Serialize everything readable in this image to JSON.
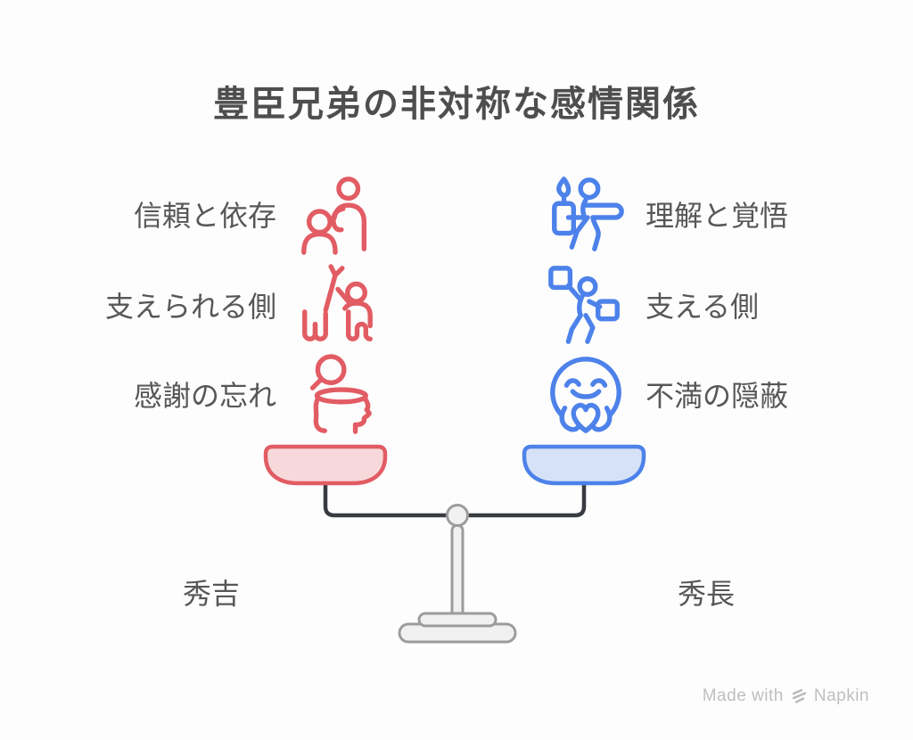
{
  "title": "豊臣兄弟の非対称な感情関係",
  "left_side": {
    "name": "秀吉",
    "accent_color": "#E25C63",
    "pan_fill": "#FBD9DB",
    "items": [
      {
        "label": "信頼と依存",
        "icon": "people-comfort-icon"
      },
      {
        "label": "支えられる側",
        "icon": "reaching-hand-icon"
      },
      {
        "label": "感謝の忘れ",
        "icon": "memory-search-icon"
      }
    ]
  },
  "right_side": {
    "name": "秀長",
    "accent_color": "#4D82EA",
    "pan_fill": "#D8E5FB",
    "items": [
      {
        "label": "理解と覚悟",
        "icon": "person-candle-icon"
      },
      {
        "label": "支える側",
        "icon": "carry-boxes-icon"
      },
      {
        "label": "不満の隠蔽",
        "icon": "hugging-face-icon"
      }
    ]
  },
  "scale": {
    "type": "balance-scale",
    "beam_color": "#383B40",
    "stand_fill": "#F1F1F1",
    "stand_stroke": "#9C9C9C"
  },
  "footer": {
    "made_with": "Made with",
    "brand": "Napkin",
    "logo_icon": "napkin-logo-icon",
    "color": "#BFBFBF"
  }
}
